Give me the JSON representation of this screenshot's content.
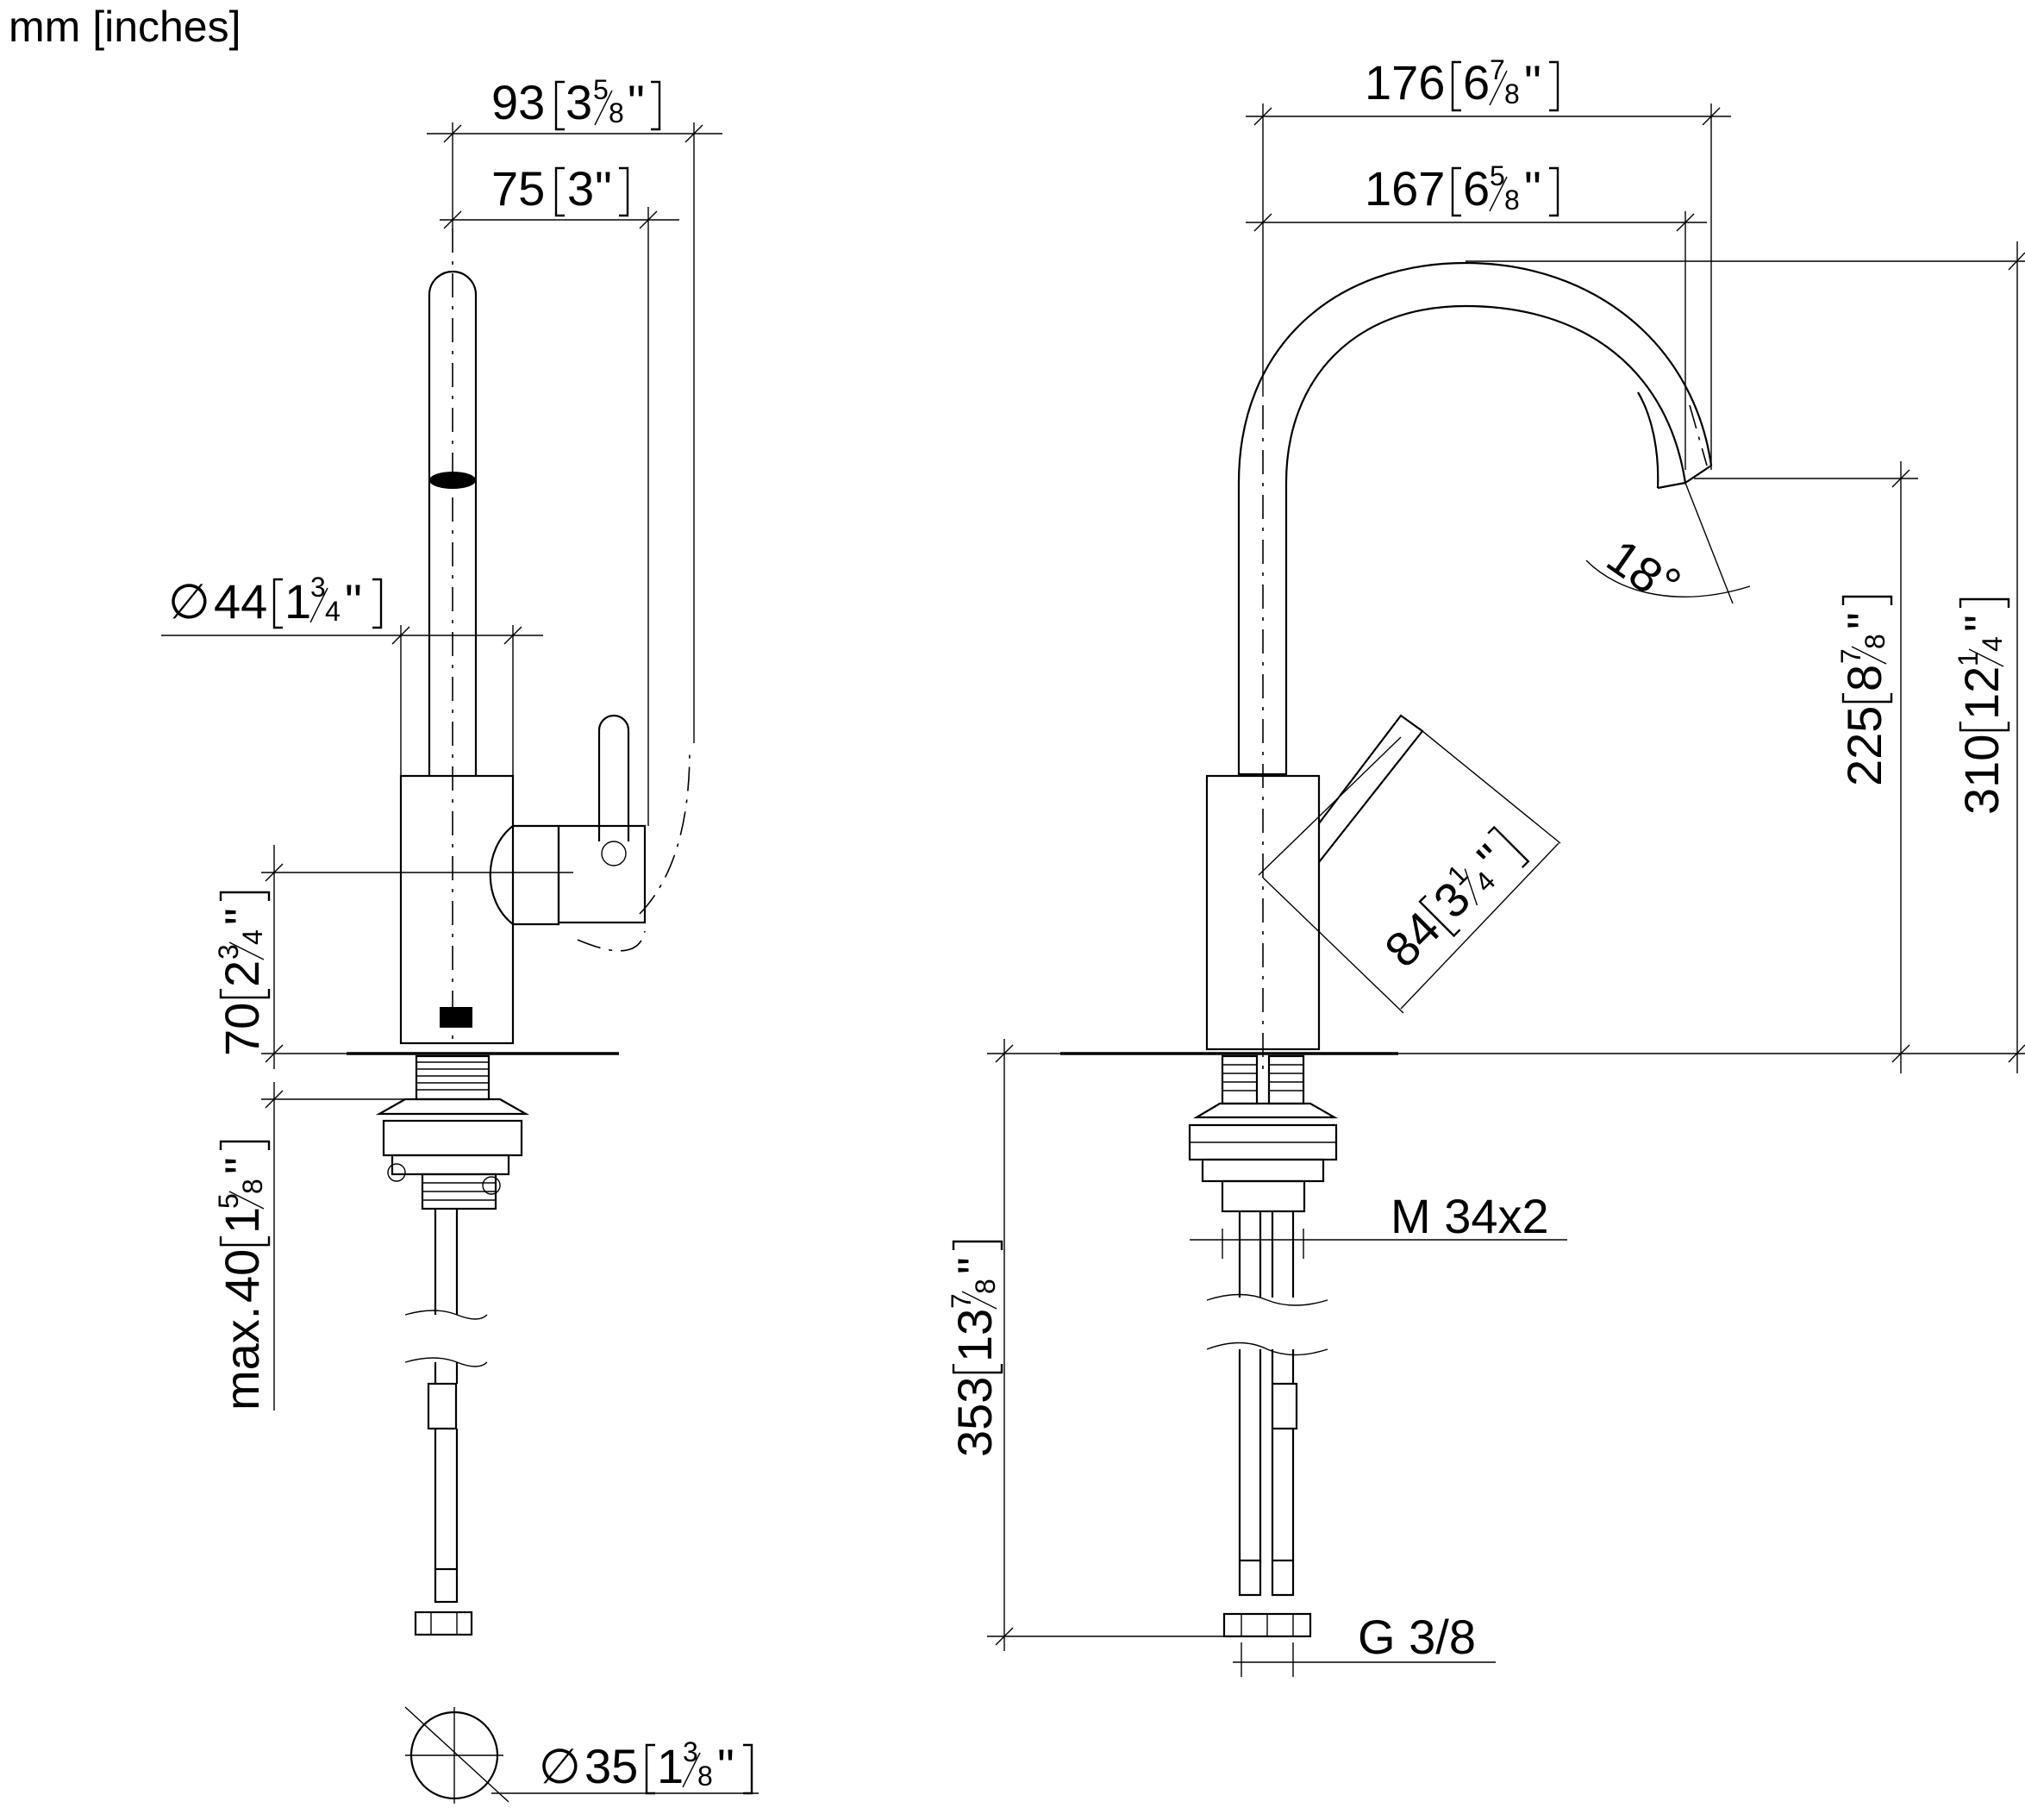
{
  "units_label": "mm [inches]",
  "side_view": {
    "width_overall": {
      "mm": "93",
      "inch_whole": "3",
      "inch_num": "5",
      "inch_den": "8",
      "inch_mark": "\""
    },
    "width_spout": {
      "mm": "75",
      "inch_whole": "3",
      "inch_mark": "\""
    },
    "body_diameter": {
      "symbol": "∅",
      "mm": "44",
      "inch_whole": "1",
      "inch_num": "3",
      "inch_den": "4",
      "inch_mark": "\""
    },
    "handle_height": {
      "mm": "70",
      "inch_whole": "2",
      "inch_num": "3",
      "inch_den": "4",
      "inch_mark": "\""
    },
    "max_thickness": {
      "prefix": "max.",
      "mm": "40",
      "inch_whole": "1",
      "inch_num": "5",
      "inch_den": "8",
      "inch_mark": "\""
    },
    "hole_diameter": {
      "symbol": "∅",
      "mm": "35",
      "inch_whole": "1",
      "inch_num": "3",
      "inch_den": "8",
      "inch_mark": "\""
    }
  },
  "front_view": {
    "reach_overall": {
      "mm": "176",
      "inch_whole": "6",
      "inch_num": "7",
      "inch_den": "8",
      "inch_mark": "\""
    },
    "reach_spout": {
      "mm": "167",
      "inch_whole": "6",
      "inch_num": "5",
      "inch_den": "8",
      "inch_mark": "\""
    },
    "spout_angle": {
      "value": "18",
      "unit": "°"
    },
    "spout_height": {
      "mm": "225",
      "inch_whole": "8",
      "inch_num": "7",
      "inch_den": "8",
      "inch_mark": "\""
    },
    "total_height": {
      "mm": "310",
      "inch_whole": "12",
      "inch_num": "1",
      "inch_den": "4",
      "inch_mark": "\""
    },
    "handle_length": {
      "mm": "84",
      "inch_whole": "3",
      "inch_num": "1",
      "inch_den": "4",
      "inch_mark": "\""
    },
    "thread": {
      "label": "M 34x2"
    },
    "connection": {
      "label": "G 3/8"
    },
    "hose_length": {
      "mm": "353",
      "inch_whole": "13",
      "inch_num": "7",
      "inch_den": "8",
      "inch_mark": "\""
    }
  }
}
